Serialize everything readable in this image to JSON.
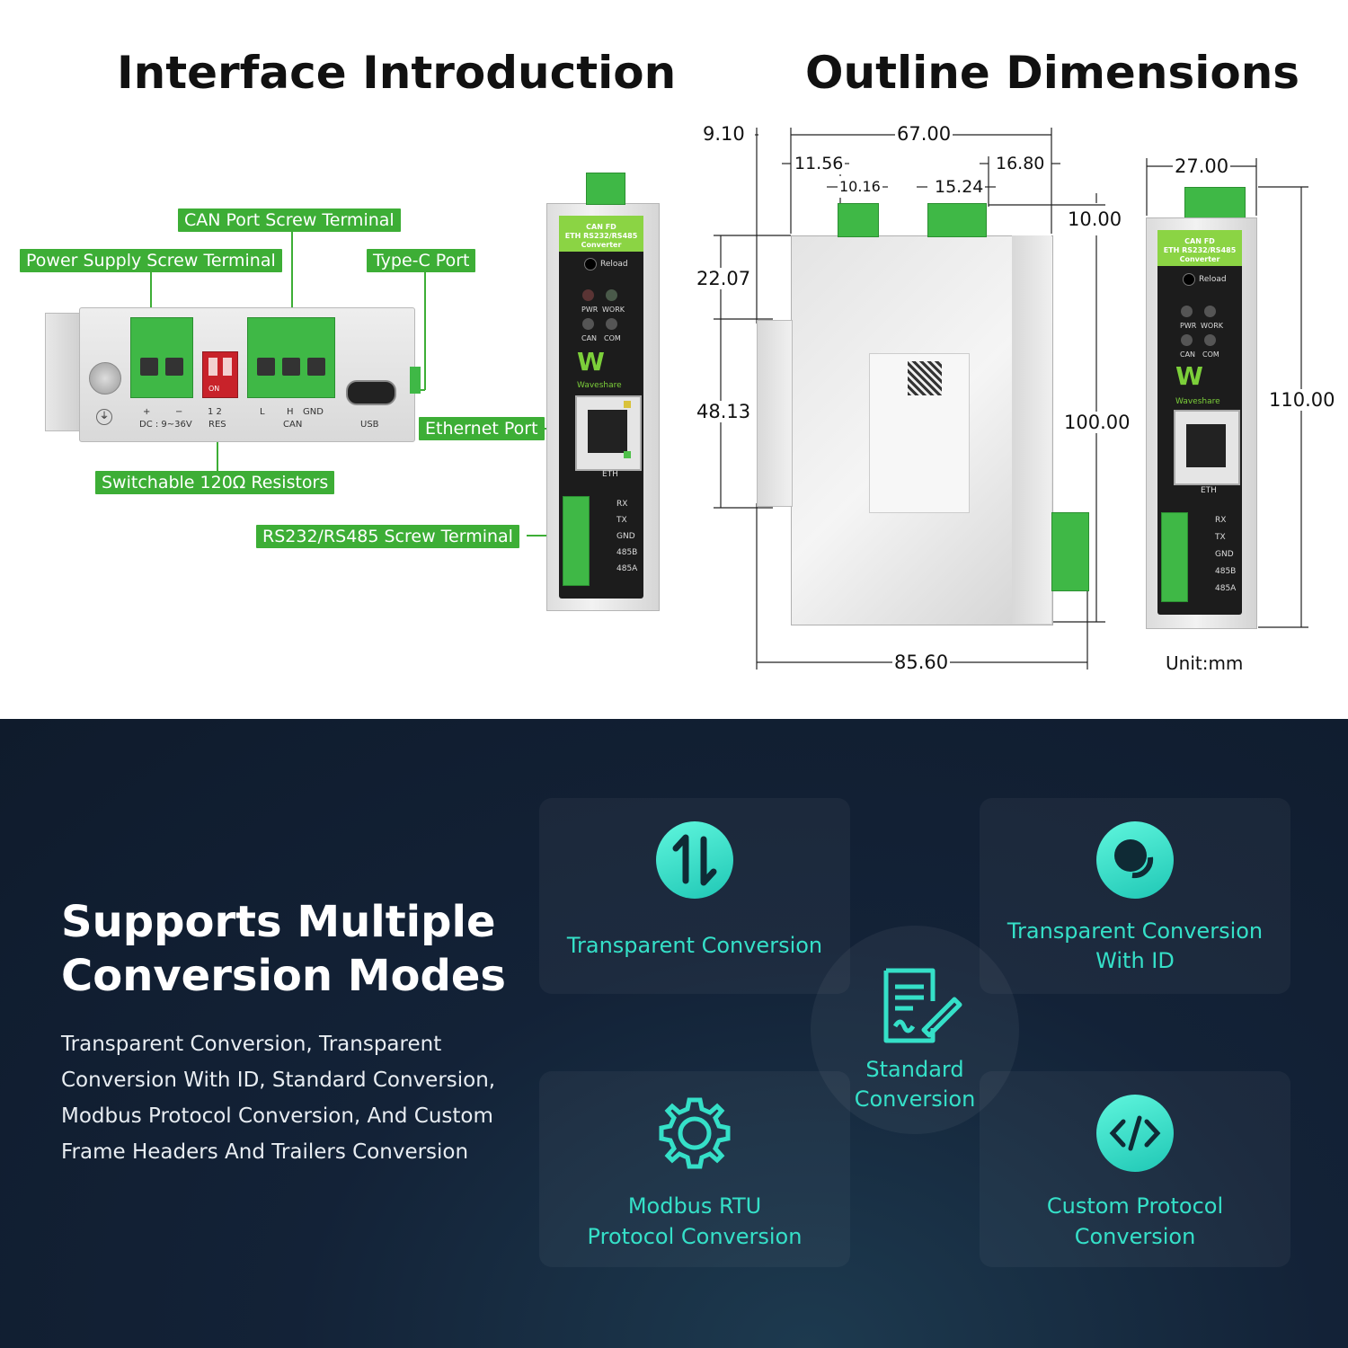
{
  "headers": {
    "interface": "Interface Introduction",
    "outline": "Outline Dimensions"
  },
  "callouts": {
    "can": "CAN Port Screw Terminal",
    "power": "Power Supply Screw Terminal",
    "typec": "Type-C Port",
    "ethernet": "Ethernet Port",
    "resistor": "Switchable 120Ω Resistors",
    "rs": "RS232/RS485 Screw Terminal"
  },
  "device_labels": {
    "model": "CAN FD\nETH RS232/RS485\nConverter",
    "reload": "Reload",
    "pwr": "PWR",
    "work": "WORK",
    "can": "CAN",
    "com": "COM",
    "brand": "Waveshare",
    "eth": "ETH",
    "rx": "RX",
    "tx": "TX",
    "gnd": "GND",
    "b485": "485B",
    "a485": "485A"
  },
  "bottom_face_labels": {
    "dc": "DC : 9~36V",
    "plus": "+",
    "minus": "−",
    "res_nums": "1  2",
    "res": "RES",
    "on": "ON",
    "l": "L",
    "h": "H",
    "gnd": "GND",
    "can": "CAN",
    "usb": "USB"
  },
  "dimensions": {
    "d910": "9.10",
    "d6700": "67.00",
    "d1156": "11.56",
    "d1680": "16.80",
    "d1016": "10.16",
    "d1524": "15.24",
    "d1000": "10.00",
    "d2207": "22.07",
    "d4813": "48.13",
    "d10000": "100.00",
    "d8560": "85.60",
    "d2700": "27.00",
    "d11000": "110.00",
    "unit": "Unit:mm"
  },
  "bottom": {
    "title_line1": "Supports Multiple",
    "title_line2": "Conversion Modes",
    "description": "Transparent Conversion, Transparent Conversion With ID, Standard Conversion, Modbus Protocol Conversion, And Custom Frame Headers And Trailers Conversion",
    "modes": [
      {
        "line1": "Transparent Conversion",
        "line2": ""
      },
      {
        "line1": "Transparent Conversion",
        "line2": "With ID"
      },
      {
        "line1": "Standard",
        "line2": "Conversion"
      },
      {
        "line1": "Modbus RTU",
        "line2": "Protocol Conversion"
      },
      {
        "line1": "Custom Protocol",
        "line2": "Conversion"
      }
    ]
  },
  "colors": {
    "callout_green": "#3dae36",
    "accent_teal": "#35e0c8",
    "dark_bg": "#132237"
  }
}
